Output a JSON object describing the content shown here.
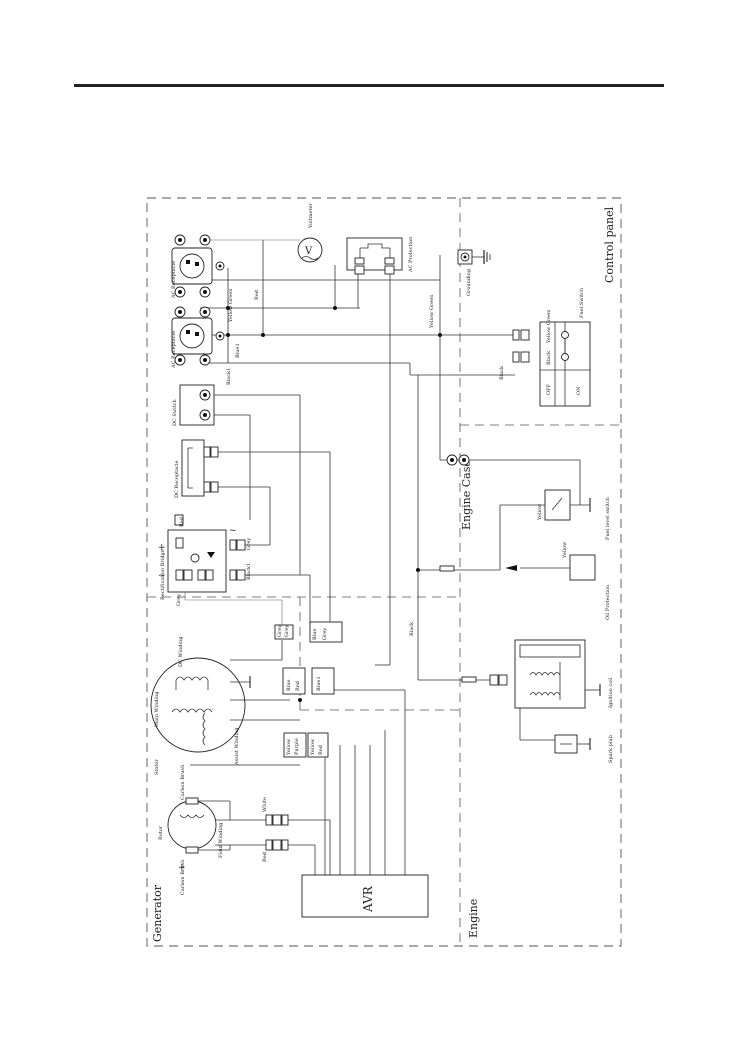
{
  "diagram": {
    "sections": {
      "generator": "Generator",
      "control_panel": "Control panel",
      "engine": "Engine",
      "engine_case": "Engine Case"
    },
    "components": {
      "avr": "AVR",
      "voltmeter": "Voltmeter",
      "ac_protection": "AC Protection",
      "ac_receptacle_1": "AC Receptacle",
      "ac_receptacle_2": "AC Receptacle",
      "grounding": "Grounding",
      "fuel_switch": "Fuel Switch",
      "dc_switch": "DC Switch",
      "dc_receptacle": "DC Receptacle",
      "rectification_bridge": "Rectification Bridge",
      "dc_winding": "DC Winding",
      "main_winding": "Main Winding",
      "assist_winding": "Assist Winding",
      "stator": "Stator",
      "rotor": "Rotor",
      "carbon_brush_1": "Carbon Brush",
      "carbon_brush_2": "Carbon Brush",
      "field_winding": "Field Winding",
      "fuel_level_switch": "Fuel level switch",
      "oil_protection": "Oil Protection",
      "ignition_coil": "Ignition coil",
      "spark_plub": "Spark plub"
    },
    "fuel_switch_table": {
      "off": "OFF",
      "on": "ON",
      "yellow_green": "Yellow Green",
      "black": "Black"
    },
    "wire_labels": {
      "red_1": "Red",
      "yellow_green_1": "Yellow Green",
      "blue_1": "Blue1",
      "black_1": "Black1",
      "yellow_green_2": "Yellow Green",
      "black_2": "Black",
      "red_2": "Red",
      "grey_1": "Grey",
      "black1_2": "Black1",
      "grey_2": "Grey",
      "yellow_1": "Yellow",
      "yellow_2": "Yellow",
      "black_3": "Black",
      "white": "White",
      "red_3": "Red"
    },
    "connector_tags": {
      "grey_a": "Grey",
      "grey_b": "Grey",
      "blue_a": "Blue",
      "grey_c": "Grey",
      "blue_b": "Blue",
      "red_a": "Red",
      "blue1_a": "Blue1",
      "yellow_a": "Yellow",
      "purple_a": "Purple",
      "yellow_b": "Yellow",
      "yg_a": "Yellow",
      "red_b": "Red"
    },
    "polarity": {
      "plus": "+",
      "minus": "−",
      "tilde": "~"
    }
  }
}
